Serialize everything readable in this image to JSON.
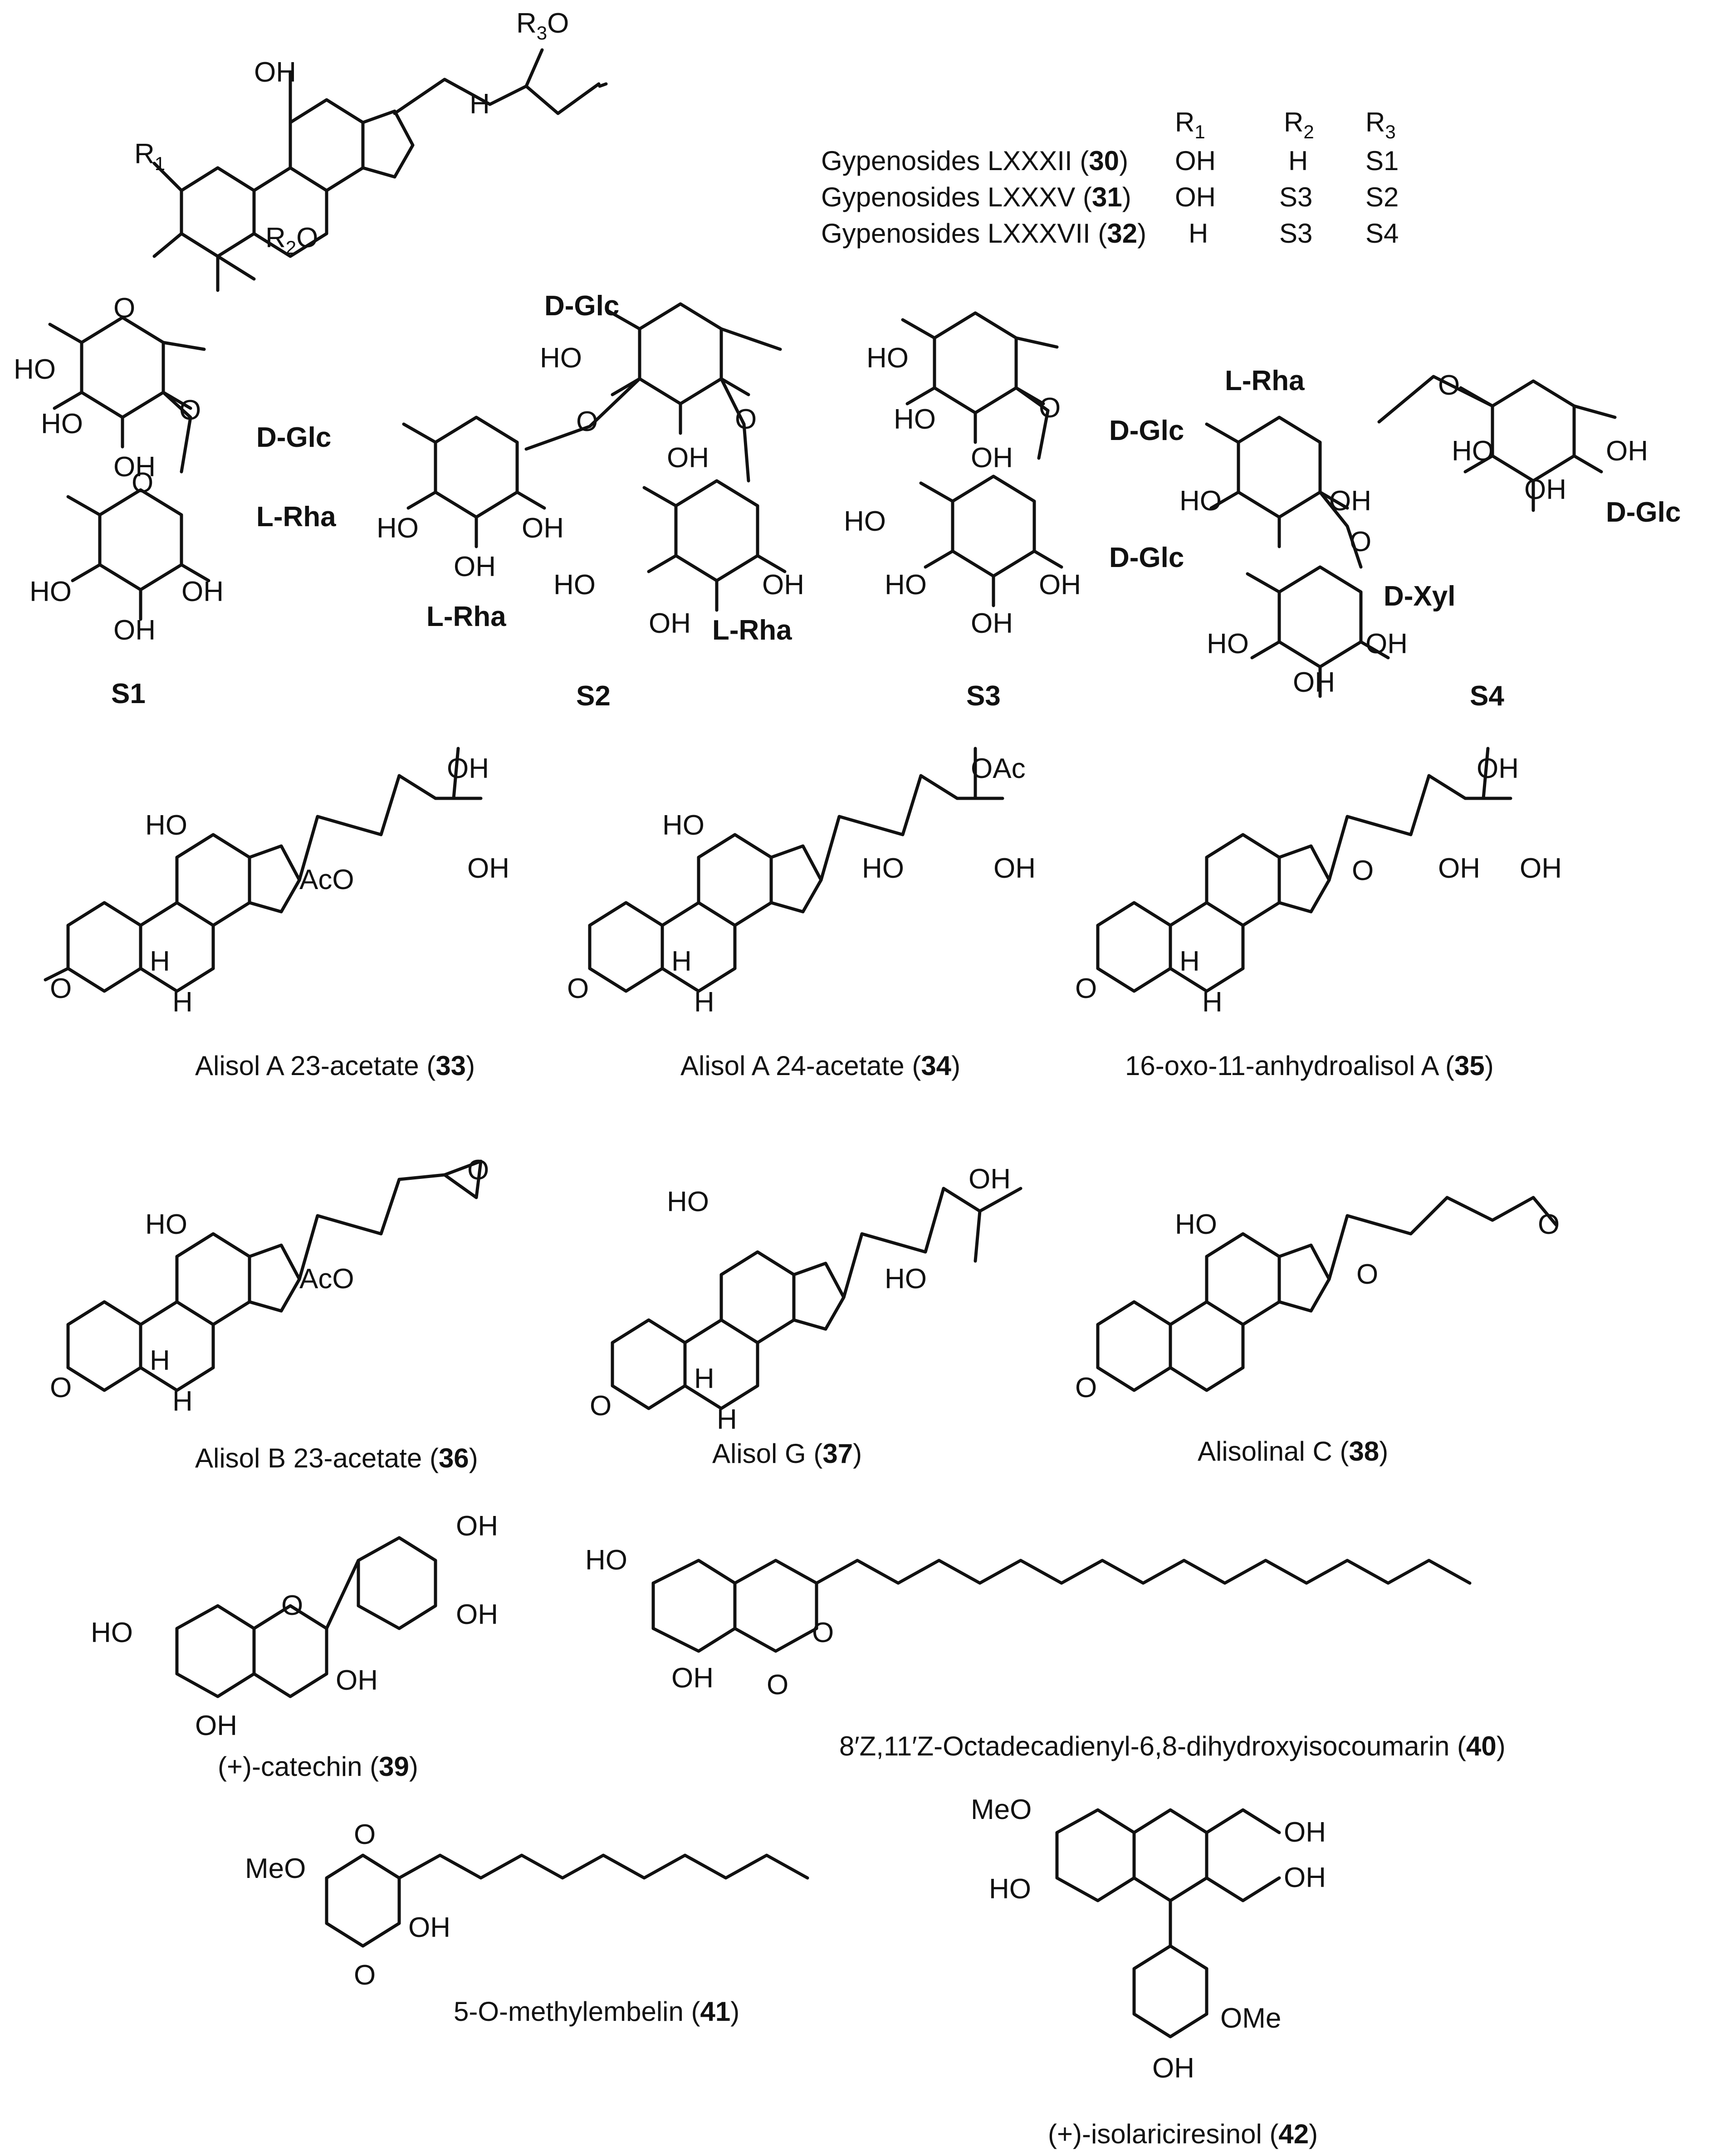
{
  "gypenosides": {
    "header": {
      "r1": "R",
      "r1_sub": "1",
      "r2": "R",
      "r2_sub": "2",
      "r3": "R",
      "r3_sub": "3"
    },
    "rows": [
      {
        "name": "Gypenosides LXXXII (",
        "num": "30",
        "close": ")",
        "r1": "OH",
        "r2": "H",
        "r3": "S1"
      },
      {
        "name": "Gypenosides LXXXV (",
        "num": "31",
        "close": ")",
        "r1": "OH",
        "r2": "S3",
        "r3": "S2"
      },
      {
        "name": "Gypenosides LXXXVII (",
        "num": "32",
        "close": ")",
        "r1": "H",
        "r2": "S3",
        "r3": "S4"
      }
    ],
    "atoms": {
      "r1": "R",
      "r1_sub": "1",
      "r2o": "R",
      "r2o_sub": "2",
      "r2o_o": "O",
      "r3o": "R",
      "r3o_sub": "3",
      "r3o_o": "O",
      "oh": "OH",
      "h": "H"
    }
  },
  "sugars": {
    "s1": {
      "label": "S1",
      "glc": "D-Glc",
      "rha": "L-Rha"
    },
    "s2": {
      "label": "S2",
      "glc": "D-Glc",
      "rha1": "L-Rha",
      "rha2": "L-Rha"
    },
    "s3": {
      "label": "S3",
      "glc1": "D-Glc",
      "glc2": "D-Glc"
    },
    "s4": {
      "label": "S4",
      "rha": "L-Rha",
      "glc": "D-Glc",
      "xyl": "D-Xyl"
    }
  },
  "atom_labels": {
    "oh": "OH",
    "ho": "HO",
    "o": "O",
    "h": "H",
    "aco": "AcO",
    "oac": "OAc",
    "meo": "MeO",
    "ome": "OMe"
  },
  "compounds": [
    {
      "name": "Alisol A 23-acetate (",
      "num": "33",
      "close": ")"
    },
    {
      "name": "Alisol A 24-acetate (",
      "num": "34",
      "close": ")"
    },
    {
      "name": "16-oxo-11-anhydroalisol A (",
      "num": "35",
      "close": ")"
    },
    {
      "name": "Alisol B 23-acetate (",
      "num": "36",
      "close": ")"
    },
    {
      "name": "Alisol G (",
      "num": "37",
      "close": ")"
    },
    {
      "name": "Alisolinal C (",
      "num": "38",
      "close": ")"
    },
    {
      "name": "(+)-catechin (",
      "num": "39",
      "close": ")"
    },
    {
      "name": "8′Z,11′Z-Octadecadienyl-6,8-dihydroxyisocoumarin (",
      "num": "40",
      "close": ")"
    },
    {
      "name": "5-O-methylembelin (",
      "num": "41",
      "close": ")"
    },
    {
      "name": "(+)-isolariciresinol (",
      "num": "42",
      "close": ")"
    }
  ]
}
